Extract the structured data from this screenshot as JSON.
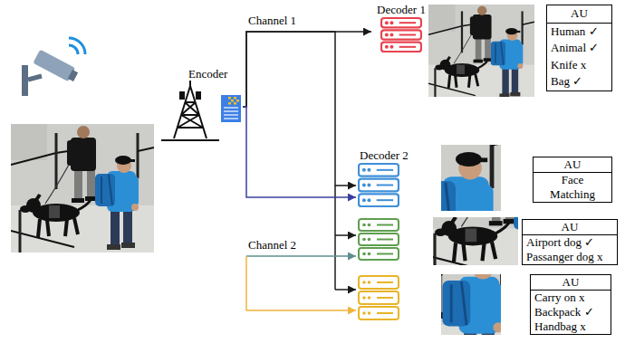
{
  "diagram": {
    "nodes": [
      {
        "text": [
          "Encoder"
        ]
      },
      {
        "text": [
          "Decoder 1"
        ]
      },
      {
        "text": [
          "AU",
          "Human ✓",
          "Animal ✓",
          "Knife x",
          "Bag ✓"
        ]
      },
      {
        "text": [
          "Decoder 2"
        ]
      },
      {
        "text": [
          "AU",
          "Face Matching"
        ]
      },
      {
        "text": [
          "AU",
          "Airport dog ✓",
          "Passanger dog x"
        ]
      },
      {
        "text": [
          "AU",
          "Carry on x",
          "Backpack ✓",
          "Handbag x"
        ]
      }
    ],
    "edges": [
      {
        "from": 0,
        "to": 1,
        "arrow": "to"
      },
      {
        "from": 0,
        "to": 3,
        "arrow": "to"
      },
      {
        "from": 0,
        "to": 3,
        "arrow": "to"
      }
    ],
    "labels": [
      "Channel 1",
      "Channel 2"
    ]
  }
}
